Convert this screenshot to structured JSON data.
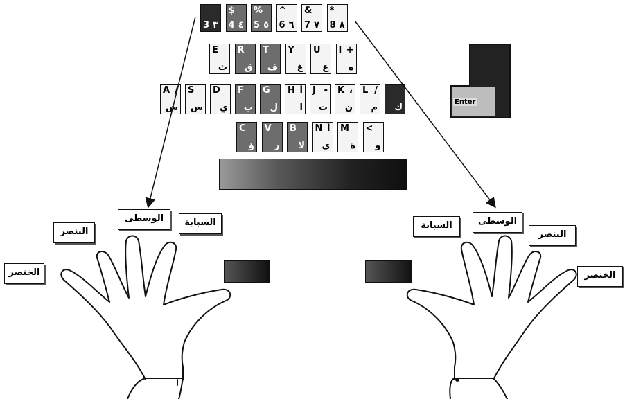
{
  "keyboard": {
    "row1": [
      {
        "top": "",
        "bot": "٣",
        "botl": "3",
        "style": "dark"
      },
      {
        "top": "$",
        "bot": "٤",
        "botl": "4",
        "style": "mid"
      },
      {
        "top": "%",
        "bot": "٥",
        "botl": "5",
        "style": "mid"
      },
      {
        "top": "^",
        "bot": "٦",
        "botl": "6",
        "style": "light"
      },
      {
        "top": "&",
        "bot": "٧",
        "botl": "7",
        "style": "light"
      },
      {
        "top": "*",
        "bot": "٨",
        "botl": "8",
        "style": "light"
      }
    ],
    "row2": [
      {
        "top": "E",
        "bot": "ث",
        "style": "light"
      },
      {
        "top": "R",
        "bot": "ق",
        "style": "mid"
      },
      {
        "top": "T",
        "bot": "ف",
        "style": "mid"
      },
      {
        "top": "Y",
        "bot": "غ",
        "style": "light"
      },
      {
        "top": "U",
        "bot": "ع",
        "style": "light"
      },
      {
        "top": "I",
        "topr": "+",
        "bot": "ه",
        "style": "light"
      }
    ],
    "row3": [
      {
        "top": "A",
        "topr": "/",
        "bot": "ش",
        "style": "light"
      },
      {
        "top": "S",
        "bot": "س",
        "style": "light"
      },
      {
        "top": "D",
        "bot": "ي",
        "style": "light"
      },
      {
        "top": "F",
        "bot": "ب",
        "style": "mid"
      },
      {
        "top": "G",
        "bot": "ل",
        "style": "mid"
      },
      {
        "top": "H",
        "topr": "أ",
        "bot": "ا",
        "style": "light"
      },
      {
        "top": "J",
        "topr": "-",
        "bot": "ت",
        "style": "light"
      },
      {
        "top": "K",
        "topr": "،",
        "bot": "ن",
        "style": "light"
      },
      {
        "top": "L",
        "topr": "/",
        "bot": "م",
        "style": "light"
      },
      {
        "top": "",
        "bot": "ك",
        "style": "dark"
      }
    ],
    "row4": [
      {
        "top": "C",
        "bot": "ؤ",
        "style": "mid"
      },
      {
        "top": "V",
        "bot": "ر",
        "style": "mid"
      },
      {
        "top": "B",
        "bot": "لا",
        "style": "mid"
      },
      {
        "top": "N",
        "topr": "آ",
        "bot": "ى",
        "style": "light"
      },
      {
        "top": "M",
        "bot": "ة",
        "style": "light"
      },
      {
        "top": "<",
        "bot": "و",
        "style": "light"
      }
    ],
    "enter_label": "Enter"
  },
  "left_hand": {
    "pinky": "الخنصر",
    "ring": "البنصر",
    "middle": "الوسطى",
    "index": "السبابة"
  },
  "right_hand": {
    "index": "السبابة",
    "middle": "الوسطى",
    "ring": "البنصر",
    "pinky": "الخنصر"
  },
  "colors": {
    "ink": "#111111",
    "key_light": "#f4f4f4",
    "key_mid": "#6d6d6d",
    "key_dark": "#2a2a2a"
  }
}
